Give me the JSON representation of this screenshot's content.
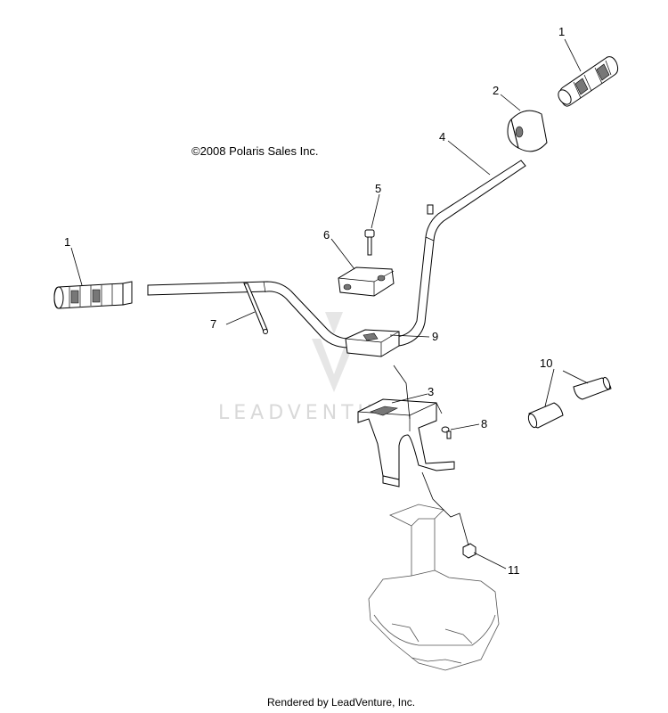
{
  "copyright": "©2008 Polaris Sales Inc.",
  "footer": "Rendered by LeadVenture, Inc.",
  "watermark": "LEADVENTURE",
  "callouts": {
    "grip_left": "1",
    "grip_right": "1",
    "pad": "2",
    "mount_bracket": "3",
    "handlebar": "4",
    "screw": "5",
    "upper_clamp": "6",
    "pin": "7",
    "bolt": "8",
    "lower_clamp": "9",
    "throttle_assembly": "10",
    "nut": "11"
  }
}
